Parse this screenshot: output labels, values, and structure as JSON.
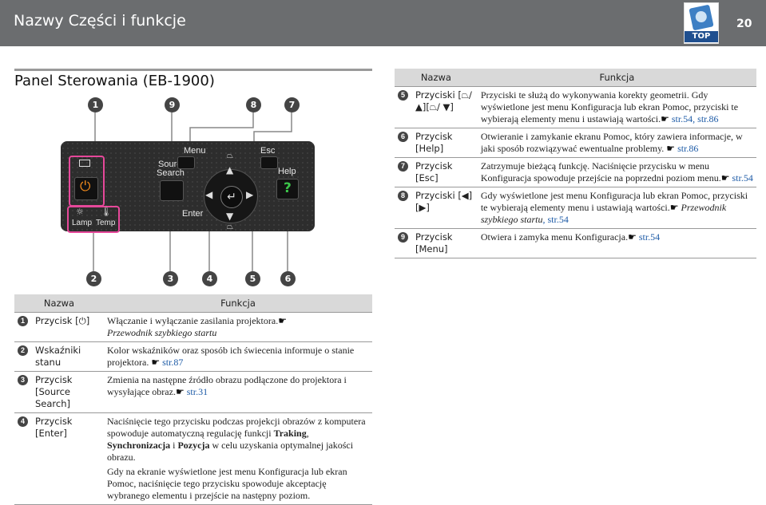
{
  "header": {
    "title": "Nazwy Części i funkcje",
    "page": "20",
    "top_label": "TOP"
  },
  "section": {
    "title": "Panel Sterowania (EB-1900)"
  },
  "callouts": {
    "c1": "1",
    "c9": "9",
    "c8": "8",
    "c7": "7",
    "c2": "2",
    "c3": "3",
    "c4": "4",
    "c5": "5",
    "c6": "6"
  },
  "panel": {
    "source": "Source",
    "search": "Search",
    "menu": "Menu",
    "esc": "Esc",
    "help": "Help",
    "enter": "Enter",
    "lamp": "Lamp",
    "temp": "Temp"
  },
  "left_table": {
    "col_name": "Nazwa",
    "col_func": "Funkcja",
    "rows": [
      {
        "n": "1",
        "name": "Przycisk [⏻]",
        "func": "Włączanie i wyłączanie zasilania projektora.",
        "ref": "Przewodnik szybkiego startu"
      },
      {
        "n": "2",
        "name": "Wskaźniki stanu",
        "func": "Kolor wskaźników oraz sposób ich świecenia informuje o stanie projektora.",
        "ref": "str.87"
      },
      {
        "n": "3",
        "name": "Przycisk [Source Search]",
        "func": "Zmienia na następne źródło obrazu podłączone do projektora i wysyłające obraz.",
        "ref": "str.31"
      },
      {
        "n": "4",
        "name": "Przycisk [Enter]",
        "func_a": "Naciśnięcie tego przycisku podczas projekcji obrazów z komputera spowoduje automatyczną regulację funkcji ",
        "b1": "Traking",
        "sep1": ", ",
        "b2": "Synchronizacja",
        "sep2": " i ",
        "b3": "Pozycja",
        "func_b": " w celu uzyskania optymalnej jakości obrazu.",
        "func2": "Gdy na ekranie wyświetlone jest menu Konfiguracja lub ekran Pomoc, naciśnięcie tego przycisku spowoduje akceptację wybranego elementu i przejście na następny poziom."
      }
    ]
  },
  "right_table": {
    "col_name": "Nazwa",
    "col_func": "Funkcja",
    "rows": [
      {
        "n": "5",
        "name": "Przyciski [⏢/ ▲][⏢/ ▼]",
        "func": "Przyciski te służą do wykonywania korekty geometrii. Gdy wyświetlone jest menu Konfiguracja lub ekran Pomoc, przyciski te wybierają elementy menu i ustawiają wartości.",
        "ref": "str.54, str.86"
      },
      {
        "n": "6",
        "name": "Przycisk [Help]",
        "func": "Otwieranie i zamykanie ekranu Pomoc, który zawiera informacje, w jaki sposób rozwiązywać ewentualne problemy.",
        "ref": "str.86"
      },
      {
        "n": "7",
        "name": "Przycisk [Esc]",
        "func": "Zatrzymuje bieżącą funkcję. Naciśnięcie przycisku w menu Konfiguracja spowoduje przejście na poprzedni poziom menu.",
        "ref": "str.54"
      },
      {
        "n": "8",
        "name": "Przyciski [◀][▶]",
        "func": "Gdy wyświetlone jest menu Konfiguracja lub ekran Pomoc, przyciski te wybierają elementy menu i ustawiają wartości.",
        "ref_i": "Przewodnik szybkiego startu",
        "ref": ", str.54"
      },
      {
        "n": "9",
        "name": "Przycisk [Menu]",
        "func": "Otwiera i zamyka menu Konfiguracja.",
        "ref": "str.54"
      }
    ]
  },
  "icons": {
    "hand": "pointing-hand-icon"
  },
  "colors": {
    "header_bg": "#6b6d6f",
    "highlight": "#e6489a",
    "link": "#1c5aa6",
    "help_green": "#3cc64a"
  }
}
